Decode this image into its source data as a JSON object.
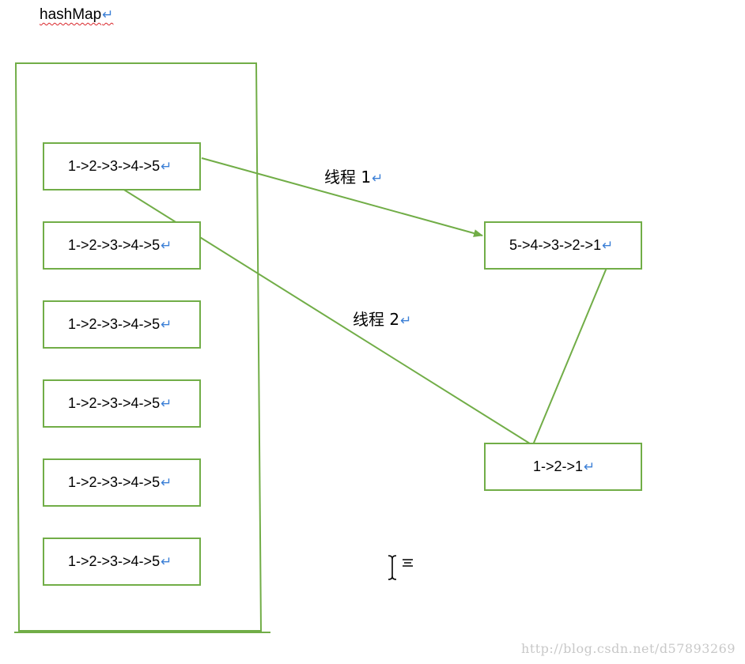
{
  "title": "hashMap",
  "return_mark": "↵",
  "buckets": [
    "1->2->3->4->5",
    "1->2->3->4->5",
    "1->2->3->4->5",
    "1->2->3->4->5",
    "1->2->3->4->5",
    "1->2->3->4->5"
  ],
  "thread1_label": "线程 1",
  "thread2_label": "线程 2",
  "result_box_1": "5->4->3->2->1",
  "result_box_2": "1->2->1",
  "watermark": "http://blog.csdn.net/d57893269",
  "colors": {
    "line": "#71ad47",
    "return_mark": "#3b7fd6",
    "squiggle": "#d9262a"
  },
  "icons": {
    "cursor": "text-cursor-icon"
  }
}
